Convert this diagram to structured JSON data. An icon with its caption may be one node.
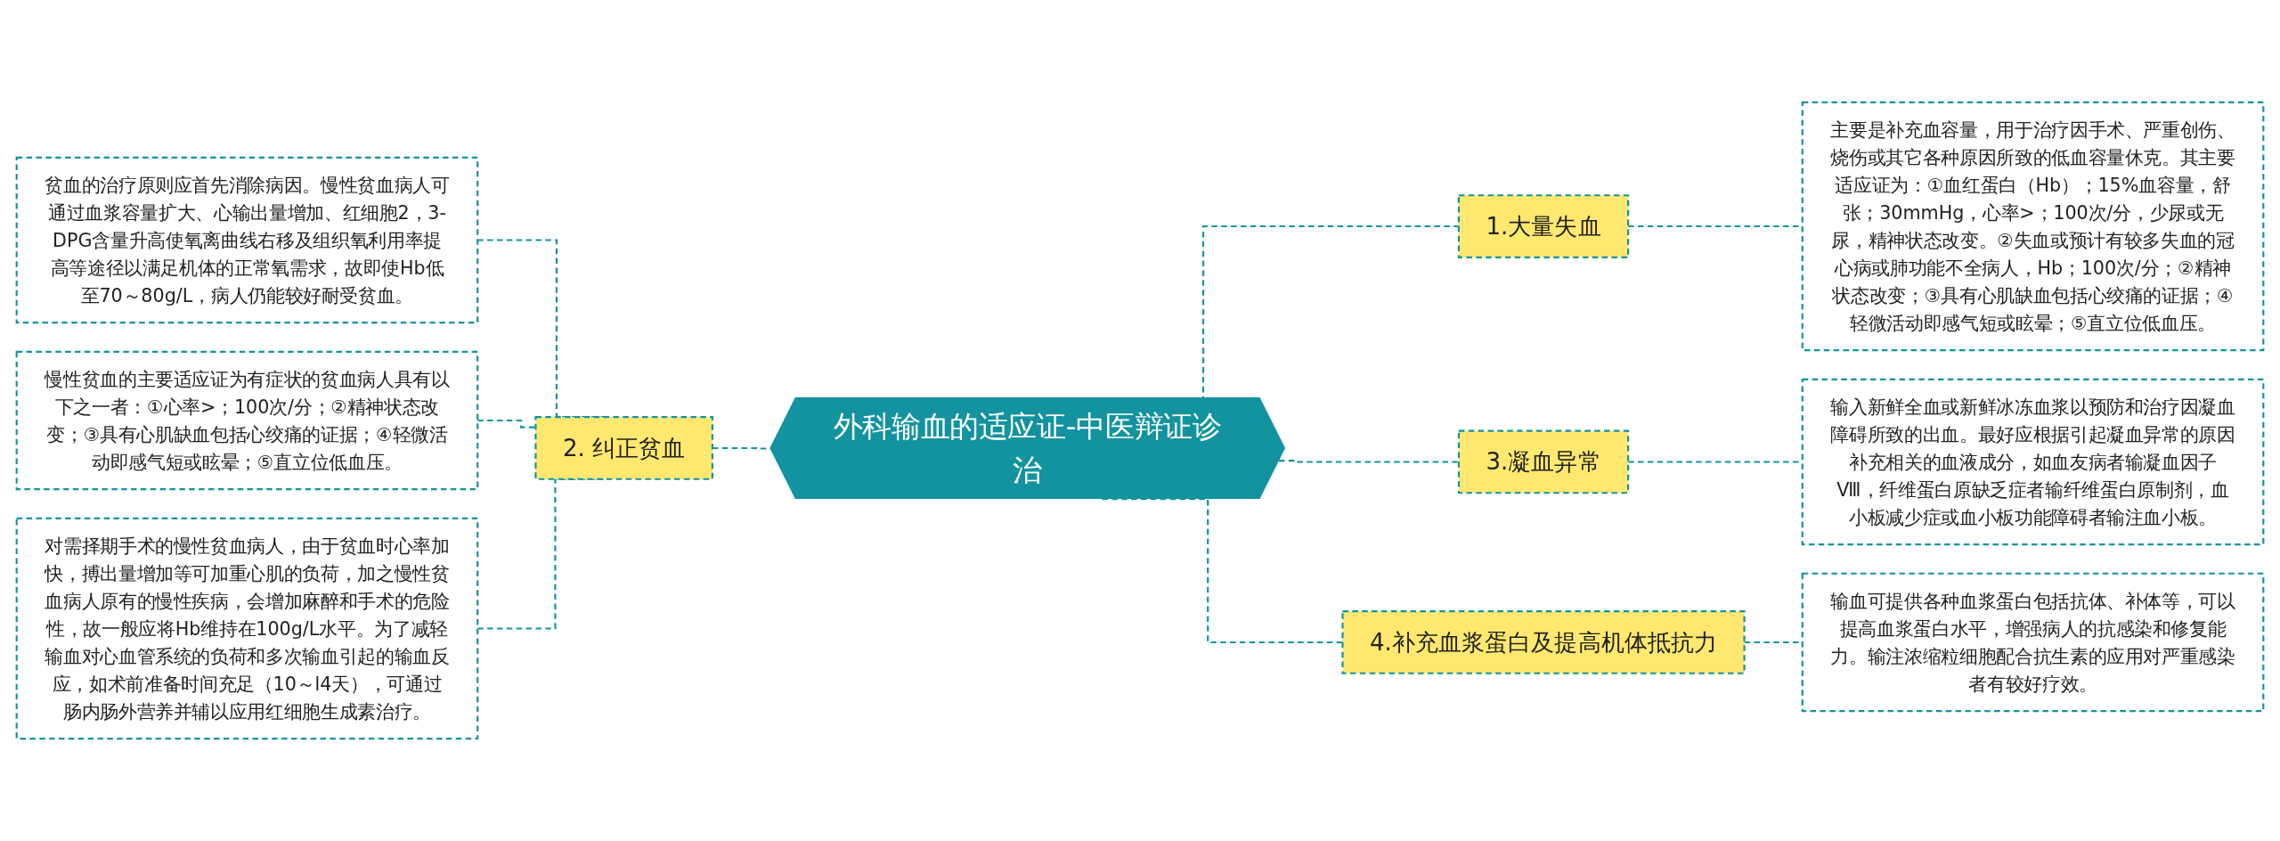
{
  "diagram": {
    "nodes": [
      {
        "text": [
          "外科输血的适应证-中医辩证诊治"
        ]
      },
      {
        "text": [
          "1.大量失血"
        ]
      },
      {
        "text": [
          "主要是补充血容量，用于治疗因手术、严重创伤、烧伤或其它各种原因所致的低血容量休克。其主要适应证为：①血红蛋白（Hb）；15%血容量，舒张；30mmHg，心率>；100次/分，少尿或无尿，精神状态改变。②失血或预计有较多失血的冠心病或肺功能不全病人，Hb；100次/分；②精神状态改变；③具有心肌缺血包括心绞痛的证据；④轻微活动即感气短或眩晕；⑤直立位低血压。"
        ]
      },
      {
        "text": [
          "3.凝血异常"
        ]
      },
      {
        "text": [
          "输入新鲜全血或新鲜冰冻血浆以预防和治疗因凝血障碍所致的出血。最好应根据引起凝血异常的原因补充相关的血液成分，如血友病者输凝血因子Ⅷ，纤维蛋白原缺乏症者输纤维蛋白原制剂，血小板减少症或血小板功能障碍者输注血小板。"
        ]
      },
      {
        "text": [
          "4.补充血浆蛋白及提高机体抵抗力"
        ]
      },
      {
        "text": [
          "输血可提供各种血浆蛋白包括抗体、补体等，可以提高血浆蛋白水平，增强病人的抗感染和修复能力。输注浓缩粒细胞配合抗生素的应用对严重感染者有较好疗效。"
        ]
      },
      {
        "text": [
          "2. 纠正贫血"
        ]
      },
      {
        "text": [
          "贫血的治疗原则应首先消除病因。慢性贫血病人可通过血浆容量扩大、心输出量增加、红细胞2，3-DPG含量升高使氧离曲线右移及组织氧利用率提高等途径以满足机体的正常氧需求，故即使Hb低至70～80g/L，病人仍能较好耐受贫血。"
        ]
      },
      {
        "text": [
          "慢性贫血的主要适应证为有症状的贫血病人具有以下之一者：①心率>；100次/分；②精神状态改变；③具有心肌缺血包括心绞痛的证据；④轻微活动即感气短或眩晕；⑤直立位低血压。"
        ]
      },
      {
        "text": [
          "对需择期手术的慢性贫血病人，由于贫血时心率加快，搏出量增加等可加重心肌的负荷，加之慢性贫血病人原有的慢性疾病，会增加麻醉和手术的危险性，故一般应将Hb维持在100g/L水平。为了减轻输血对心血管系统的负荷和多次输血引起的输血反应，如术前准备时间充足（10～l4天），可通过肠内肠外营养并辅以应用红细胞生成素治疗。"
        ]
      }
    ],
    "edges": [
      {
        "from": 8,
        "to": 7,
        "arrow": "none"
      },
      {
        "from": 9,
        "to": 7,
        "arrow": "none"
      },
      {
        "from": 10,
        "to": 7,
        "arrow": "none"
      },
      {
        "from": 7,
        "to": 0,
        "arrow": "none"
      },
      {
        "from": 0,
        "to": 1,
        "arrow": "none"
      },
      {
        "from": 0,
        "to": 3,
        "arrow": "none"
      },
      {
        "from": 0,
        "to": 5,
        "arrow": "none"
      },
      {
        "from": 1,
        "to": 2,
        "arrow": "none"
      },
      {
        "from": 3,
        "to": 4,
        "arrow": "none"
      },
      {
        "from": 5,
        "to": 6,
        "arrow": "none"
      }
    ]
  }
}
